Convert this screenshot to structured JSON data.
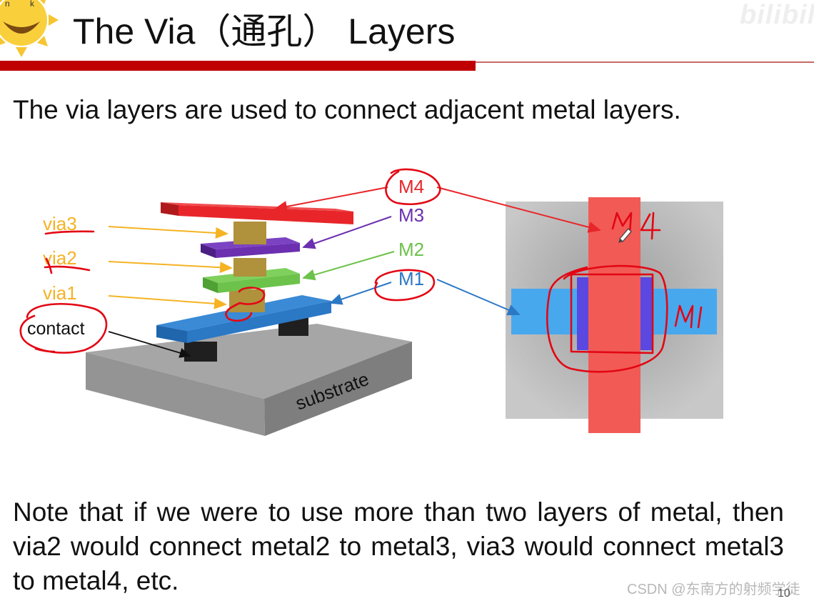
{
  "slide": {
    "title": "The Via（通孔） Layers",
    "subtitle": "The via layers are used to connect adjacent metal layers.",
    "note": "Note that if we were to use more than two layers of metal, then via2 would connect metal2 to metal3, via3 would connect metal3 to metal4, etc.",
    "page_number": "10"
  },
  "watermarks": {
    "csdn": "CSDN @东南方的射频学徒",
    "bilibili": "bilibili"
  },
  "logo": {
    "letters": [
      "n",
      "k"
    ]
  },
  "diagram_3d": {
    "labels": {
      "via3": "via3",
      "via2": "via2",
      "via1": "via1",
      "contact": "contact",
      "m4": "M4",
      "m3": "M3",
      "m2": "M2",
      "m1": "M1",
      "substrate": "substrate"
    },
    "colors": {
      "via": "#f5b324",
      "m4": "#e8262a",
      "m3": "#6b2fb0",
      "m2": "#6cc24a",
      "m1": "#2b78c5",
      "annotation": "#e30613"
    }
  },
  "diagram_top": {
    "handwritten_m4": "M4",
    "handwritten_m1": "M1"
  }
}
